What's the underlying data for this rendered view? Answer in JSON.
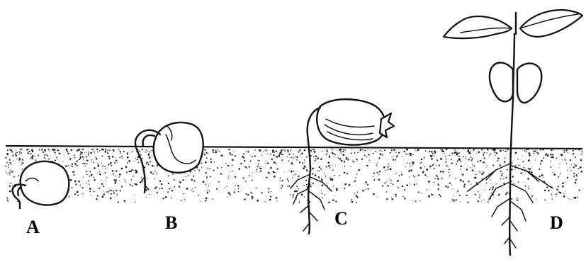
{
  "stages": [
    {
      "label": "A"
    },
    {
      "label": "B"
    },
    {
      "label": "C"
    },
    {
      "label": "D"
    }
  ],
  "colors": {
    "ink": "#111111",
    "background": "#ffffff",
    "soil_speckle": "#222222"
  }
}
